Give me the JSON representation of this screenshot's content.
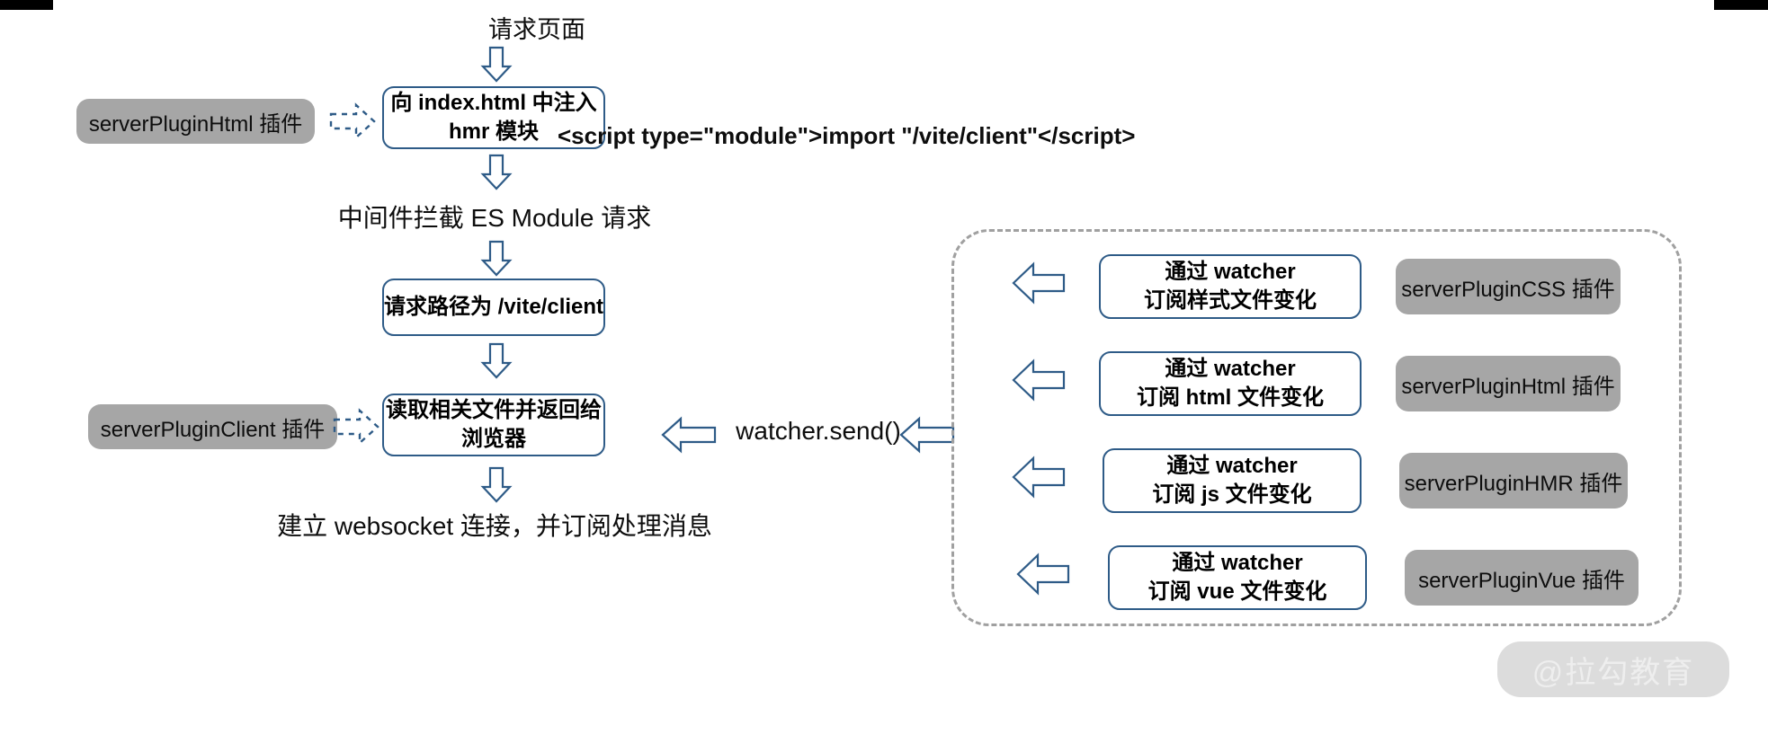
{
  "diagram": {
    "title_note": "Vite dev-server HMR request flow",
    "watermark": "@拉勾教育",
    "colors": {
      "box_border": "#2e5b87",
      "pill_fill": "#a6a6a6",
      "group_border": "#a0a0a0",
      "arrow_stroke": "#2e5b87",
      "background": "#ffffff"
    }
  },
  "flow": {
    "start_label": "请求页面",
    "step1": {
      "line1": "向 index.html 中注入",
      "line2": "hmr 模块"
    },
    "code_snippet": "<script type=\"module\">import \"/vite/client\"</script>",
    "step2_label": "中间件拦截 ES Module 请求",
    "step3": {
      "line1": "请求路径为 /vite/client"
    },
    "step4": {
      "line1": "读取相关文件并返回给",
      "line2": "浏览器"
    },
    "step5_label": "建立 websocket 连接，并订阅处理消息"
  },
  "left_plugins": [
    {
      "label": "serverPluginHtml 插件"
    },
    {
      "label": "serverPluginClient 插件"
    }
  ],
  "bridge": {
    "label": "watcher.send()"
  },
  "watcher_group": {
    "rows": [
      {
        "box_line1": "通过 watcher",
        "box_line2": "订阅样式文件变化",
        "plugin": "serverPluginCSS 插件"
      },
      {
        "box_line1": "通过 watcher",
        "box_line2": "订阅 html 文件变化",
        "plugin": "serverPluginHtml 插件"
      },
      {
        "box_line1": "通过 watcher",
        "box_line2": "订阅 js 文件变化",
        "plugin": "serverPluginHMR 插件"
      },
      {
        "box_line1": "通过 watcher",
        "box_line2": "订阅 vue 文件变化",
        "plugin": "serverPluginVue 插件"
      }
    ]
  }
}
